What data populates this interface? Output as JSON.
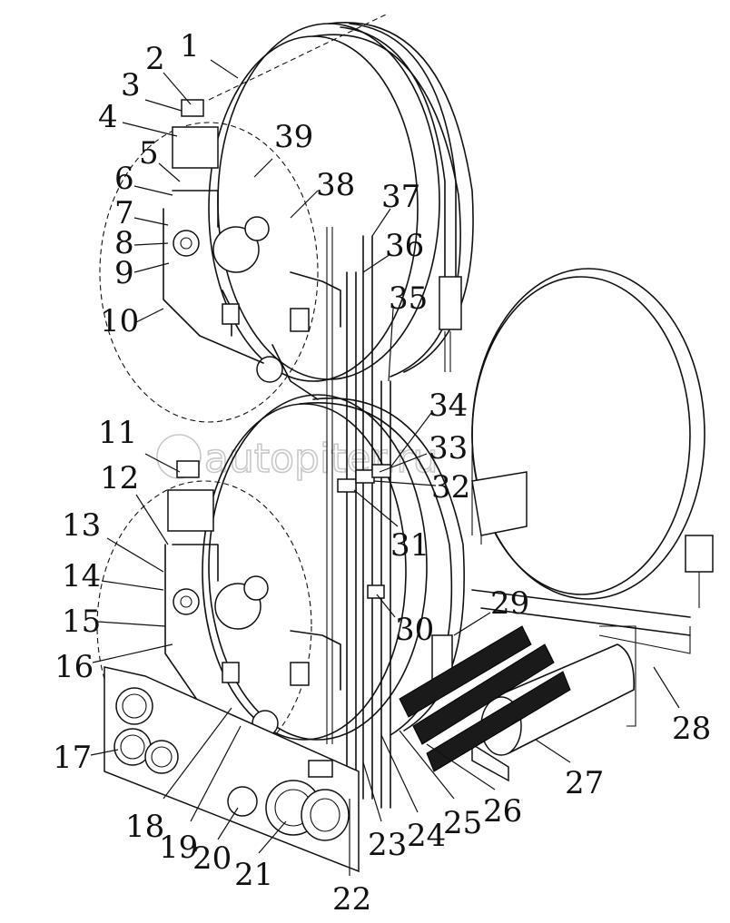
{
  "watermark": "autopiter.ru",
  "labels": [
    {
      "id": "1",
      "text": "1"
    },
    {
      "id": "2",
      "text": "2"
    },
    {
      "id": "3",
      "text": "3"
    },
    {
      "id": "4",
      "text": "4"
    },
    {
      "id": "5",
      "text": "5"
    },
    {
      "id": "6",
      "text": "6"
    },
    {
      "id": "7",
      "text": "7"
    },
    {
      "id": "8",
      "text": "8"
    },
    {
      "id": "9",
      "text": "9"
    },
    {
      "id": "10",
      "text": "10"
    },
    {
      "id": "11",
      "text": "11"
    },
    {
      "id": "12",
      "text": "12"
    },
    {
      "id": "13",
      "text": "13"
    },
    {
      "id": "14",
      "text": "14"
    },
    {
      "id": "15",
      "text": "15"
    },
    {
      "id": "16",
      "text": "16"
    },
    {
      "id": "17",
      "text": "17"
    },
    {
      "id": "18",
      "text": "18"
    },
    {
      "id": "19",
      "text": "19"
    },
    {
      "id": "20",
      "text": "20"
    },
    {
      "id": "21",
      "text": "21"
    },
    {
      "id": "22",
      "text": "22"
    },
    {
      "id": "23",
      "text": "23"
    },
    {
      "id": "24",
      "text": "24"
    },
    {
      "id": "25",
      "text": "25"
    },
    {
      "id": "26",
      "text": "26"
    },
    {
      "id": "27",
      "text": "27"
    },
    {
      "id": "28",
      "text": "28"
    },
    {
      "id": "29",
      "text": "29"
    },
    {
      "id": "30",
      "text": "30"
    },
    {
      "id": "31",
      "text": "31"
    },
    {
      "id": "32",
      "text": "32"
    },
    {
      "id": "33",
      "text": "33"
    },
    {
      "id": "34",
      "text": "34"
    },
    {
      "id": "35",
      "text": "35"
    },
    {
      "id": "36",
      "text": "36"
    },
    {
      "id": "37",
      "text": "37"
    },
    {
      "id": "38",
      "text": "38"
    },
    {
      "id": "39",
      "text": "39"
    }
  ]
}
